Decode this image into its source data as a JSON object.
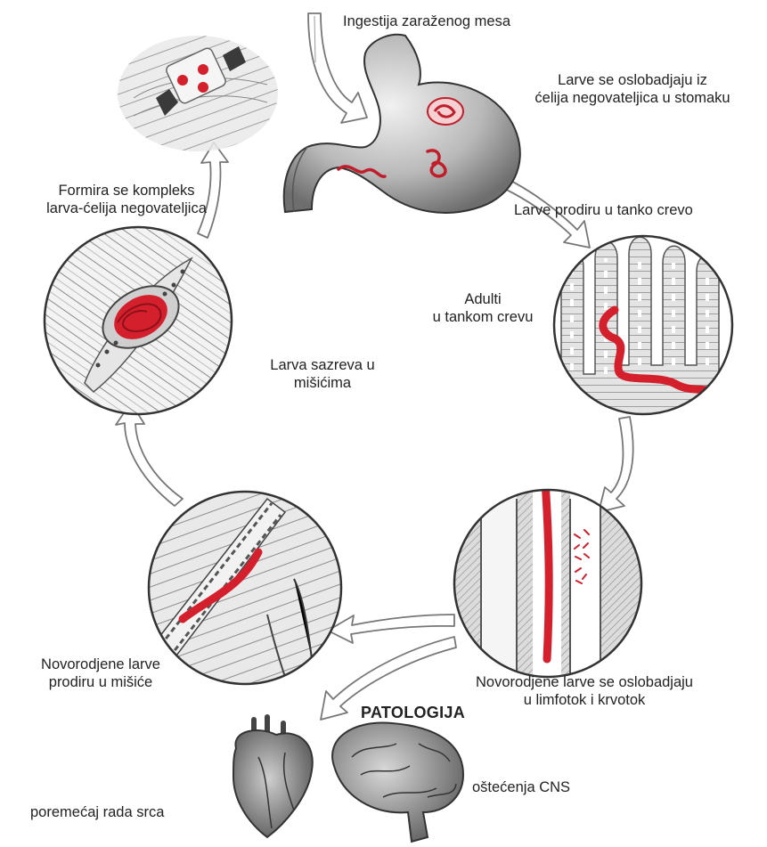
{
  "labels": {
    "ingestion": "Ingestija zaraženog mesa",
    "stomach_release": [
      "Larve se oslobadjaju iz",
      "ćelija negovateljica u stomaku"
    ],
    "intestine_invade": "Larve prodiru u tanko crevo",
    "adults": [
      "Adulti",
      "u tankom crevu"
    ],
    "newborn_release": [
      "Novorodjene larve se oslobadjaju",
      "u limfotok i krvotok"
    ],
    "newborn_invade": [
      "Novorodjene larve",
      "prodiru u mišiće"
    ],
    "mature": [
      "Larva sazreva u",
      "mišićima"
    ],
    "complex": [
      "Formira se kompleks",
      "larva-ćelija negovateljica"
    ],
    "pathology_title": "PATOLOGIJA",
    "heart": "poremećaj rada srca",
    "cns": "oštećenja CNS"
  },
  "colors": {
    "larva_red": "#d4202c",
    "tissue_gray": "#9a9a9a",
    "outline": "#333333"
  }
}
